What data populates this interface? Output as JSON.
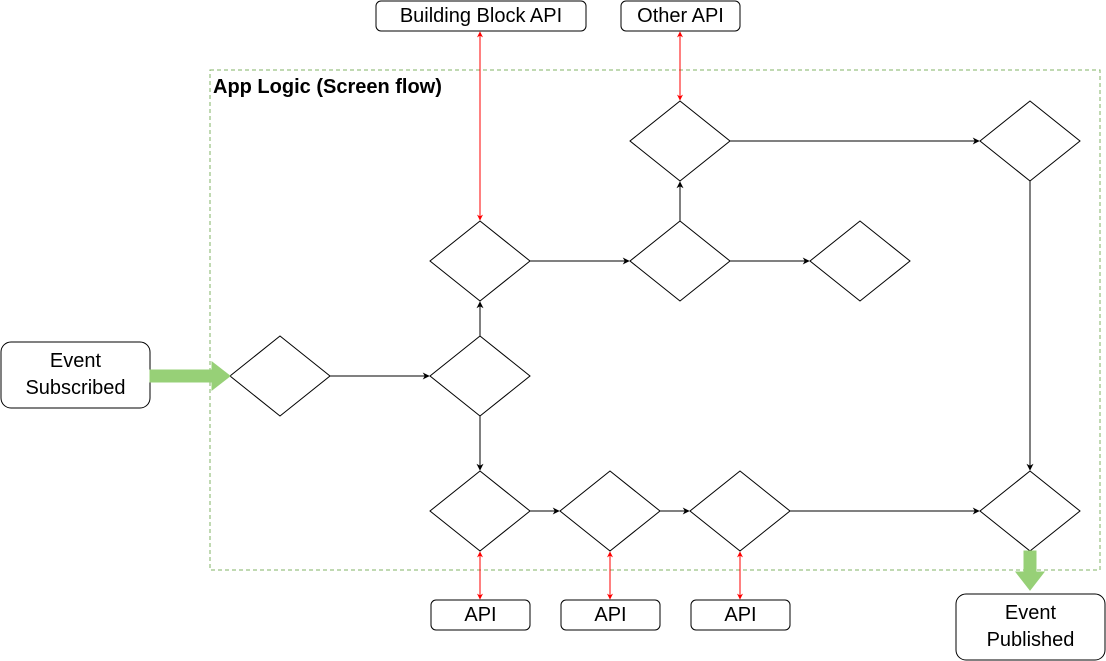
{
  "container": {
    "title": "App Logic (Screen flow)",
    "border_color": "#82b366"
  },
  "nodes": {
    "event_subscribed": {
      "line1": "Event",
      "line2": "Subscribed"
    },
    "building_block_api": {
      "label": "Building Block API"
    },
    "other_api": {
      "label": "Other API"
    },
    "api_1": {
      "label": "API"
    },
    "api_2": {
      "label": "API"
    },
    "api_3": {
      "label": "API"
    },
    "event_published": {
      "line1": "Event",
      "line2": "Published"
    }
  },
  "colors": {
    "flow_arrow": "#000000",
    "api_arrow": "#ff0000",
    "event_arrow": "#97d077"
  }
}
